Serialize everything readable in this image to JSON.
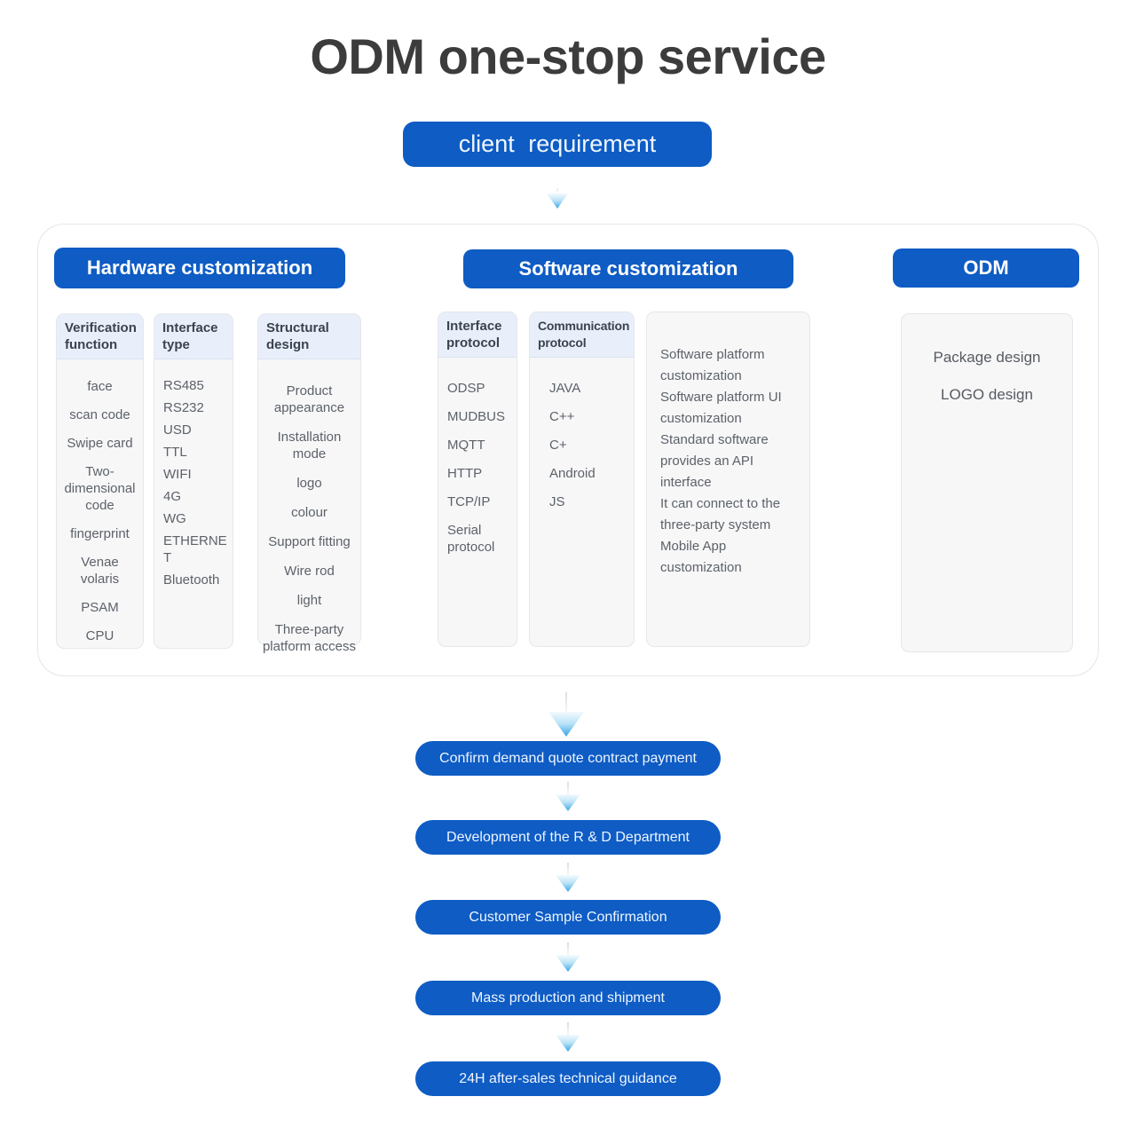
{
  "page": {
    "title": "ODM one-stop service"
  },
  "flow_top": {
    "client_requirement": "client requirement"
  },
  "sections": {
    "hardware": {
      "title": "Hardware customization",
      "cards": [
        {
          "header": "Verification function",
          "items": [
            "face",
            "scan code",
            "Swipe card",
            "Two-dimensional code",
            "fingerprint",
            "Venae volaris",
            "PSAM",
            "CPU"
          ]
        },
        {
          "header": "Interface type",
          "items": [
            "RS485",
            "RS232",
            "USD",
            "TTL",
            "WIFI",
            "4G",
            "WG",
            "ETHERNET",
            "Bluetooth"
          ]
        },
        {
          "header": "Structural design",
          "items": [
            "Product appearance",
            "Installation mode",
            "logo",
            "colour",
            "Support fitting",
            "Wire rod",
            "light",
            "Three-party platform access"
          ]
        }
      ]
    },
    "software": {
      "title": "Software customization",
      "cards": [
        {
          "header": "Interface protocol",
          "items": [
            "ODSP",
            "MUDBUS",
            "MQTT",
            "HTTP",
            "TCP/IP",
            "Serial protocol"
          ]
        },
        {
          "header": "Communication protocol",
          "items": [
            "JAVA",
            "C++",
            "C+",
            "Android",
            "JS"
          ]
        },
        {
          "header": null,
          "items": [
            "Software platform customization",
            "Software platform UI customization",
            "Standard software provides an API interface",
            "It can connect to the three-party system",
            "Mobile App customization"
          ]
        }
      ]
    },
    "odm": {
      "title": "ODM",
      "cards": [
        {
          "header": null,
          "items": [
            "Package design",
            "LOGO design"
          ]
        }
      ]
    }
  },
  "flow_steps": [
    "Confirm demand quote contract payment",
    "Development of the R & D Department",
    "Customer Sample Confirmation",
    "Mass production and shipment",
    "24H after-sales technical guidance"
  ],
  "colors": {
    "accent_blue": "#0e5cc4",
    "card_header_bg": "#e9effa",
    "card_bg": "#f7f7f8",
    "arrow_blue": "#36a5e6",
    "title_text": "#3c3c3c"
  }
}
